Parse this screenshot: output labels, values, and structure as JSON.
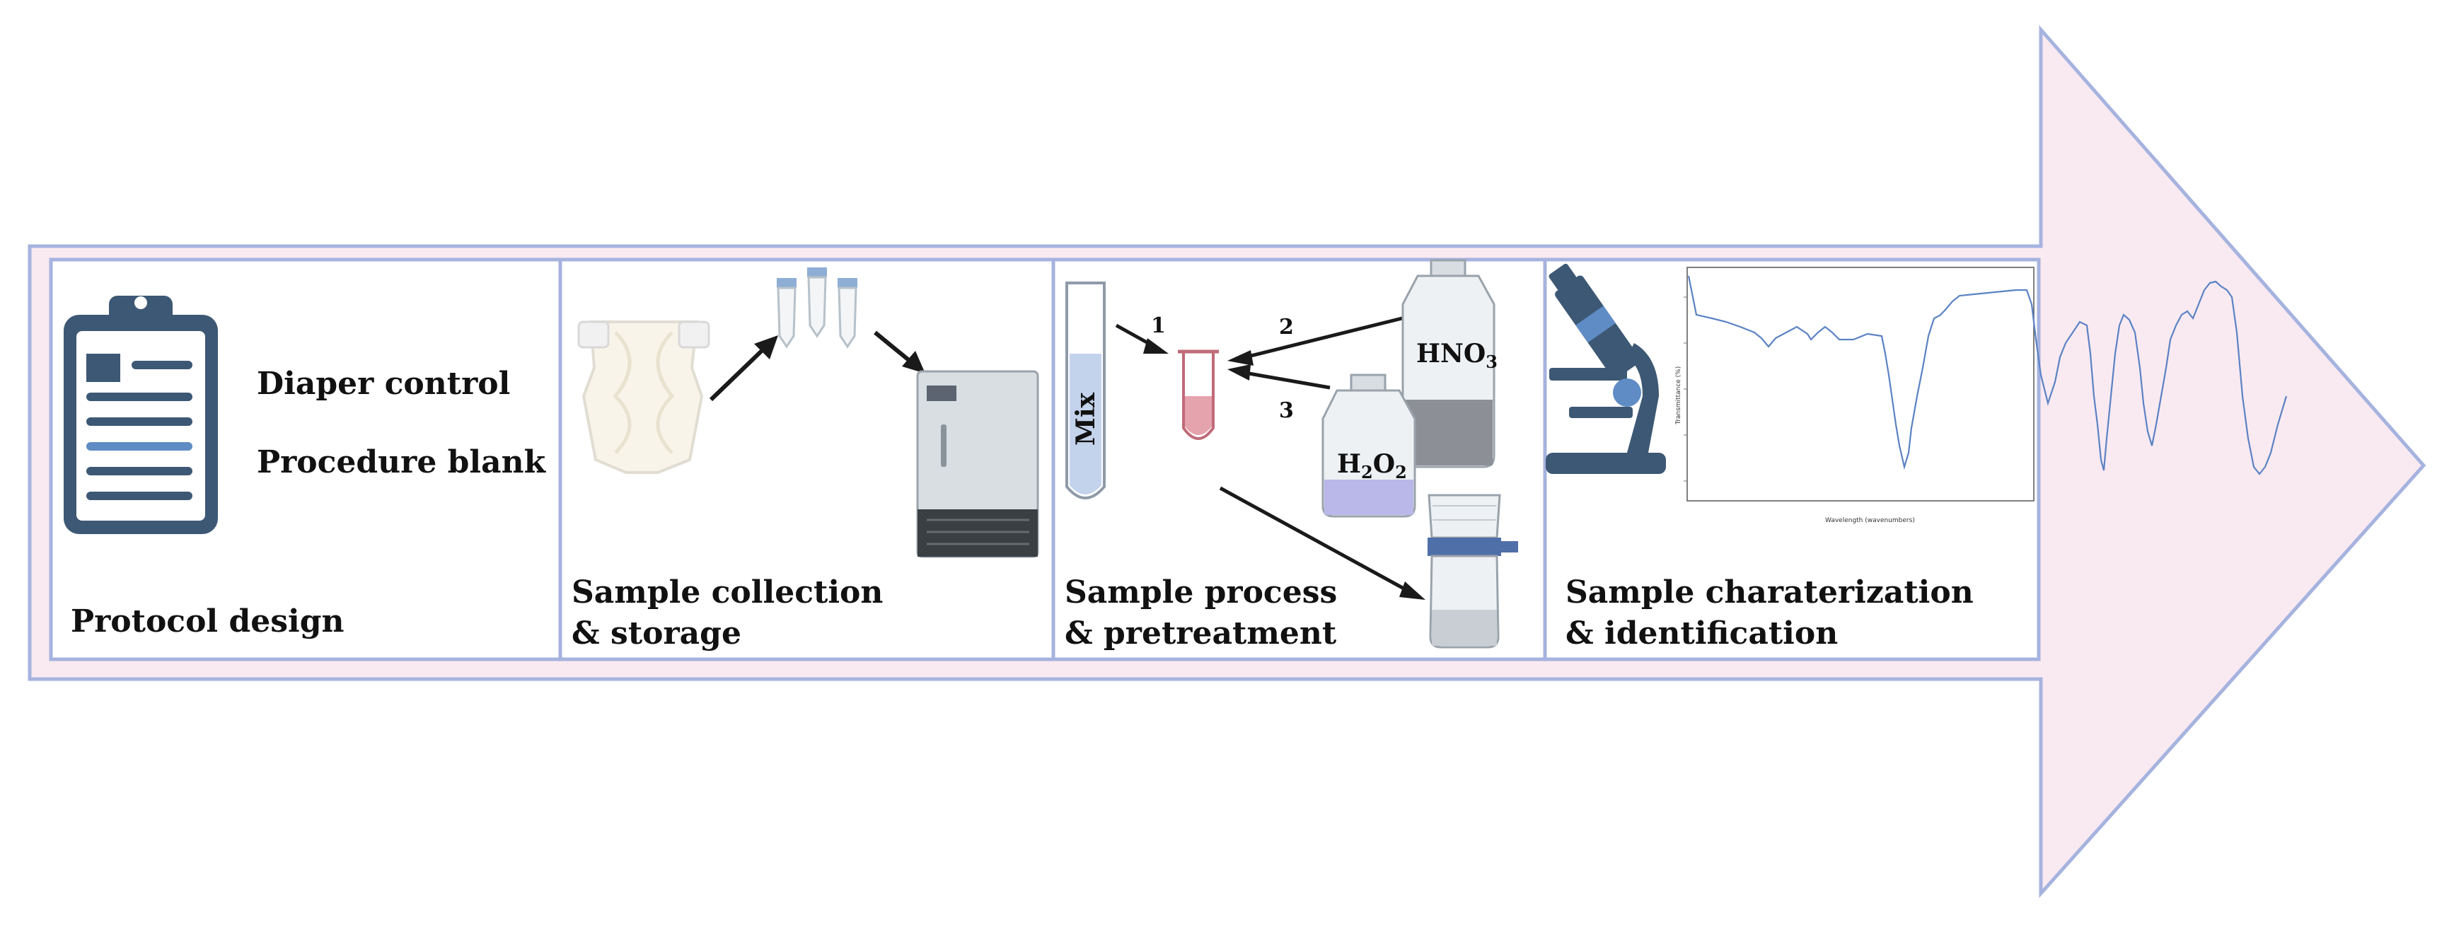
{
  "colors": {
    "arrow_fill": "#f9eaf1",
    "arrow_border": "#a6b3df",
    "panel_fill": "#ffffff",
    "icon_dark": "#3d5874",
    "icon_accent": "#5f8cc4",
    "spectrum_line": "#5b82c4"
  },
  "stages": [
    {
      "label_line1": "Protocol design",
      "label_line2": "",
      "notes": [
        "Diaper control",
        "Procedure blank"
      ],
      "icon": "clipboard-icon"
    },
    {
      "label_line1": "Sample collection",
      "label_line2": "& storage",
      "icons": [
        "diaper-icon",
        "sample-tubes-icon",
        "freezer-icon"
      ]
    },
    {
      "label_line1": "Sample process",
      "label_line2": "& pretreatment",
      "steps": [
        "1",
        "2",
        "3"
      ],
      "reagents": {
        "mix": "Mix",
        "nitric_main": "HNO",
        "nitric_sub": "3",
        "peroxide_h": "H",
        "peroxide_sub1": "2",
        "peroxide_o": "O",
        "peroxide_sub2": "2"
      },
      "icons": [
        "test-tube-icon",
        "reaction-tube-icon",
        "reagent-bottle-icon",
        "filter-funnel-icon"
      ]
    },
    {
      "label_line1": "Sample charaterization",
      "label_line2": "& identification",
      "icons": [
        "microscope-icon",
        "ftir-spectrum-icon"
      ],
      "spectrum": {
        "ylabel": "Transmittance (%)",
        "xlabel": "Wavelength (wavenumbers)"
      }
    }
  ]
}
